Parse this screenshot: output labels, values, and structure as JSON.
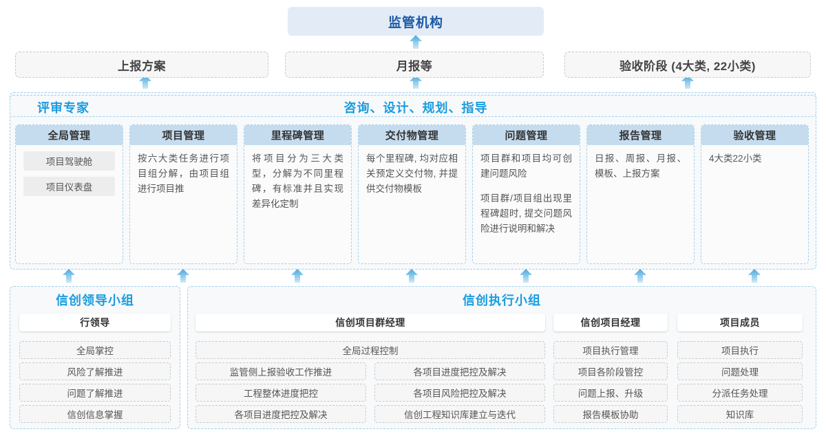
{
  "top": {
    "regulator": "监管机构",
    "reports": [
      {
        "label": "上报方案"
      },
      {
        "label": "月报等"
      },
      {
        "label": "验收阶段 (4大类, 22小类)"
      }
    ]
  },
  "middle": {
    "expert_label": "评审专家",
    "consult_label": "咨询、设计、规划、指导",
    "columns": [
      {
        "title": "全局管理",
        "chips": [
          "项目驾驶舱",
          "项目仪表盘"
        ],
        "paras": []
      },
      {
        "title": "项目管理",
        "chips": [],
        "paras": [
          "按六大类任务进行项目组分解，由项目组进行项目推"
        ]
      },
      {
        "title": "里程碑管理",
        "chips": [],
        "paras": [
          "将项目分为三大类型，分解为不同里程碑，有标准并且实现差异化定制"
        ]
      },
      {
        "title": "交付物管理",
        "chips": [],
        "paras": [
          "每个里程碑, 均对应相关预定义交付物, 并提供交付物模板"
        ]
      },
      {
        "title": "问题管理",
        "chips": [],
        "paras": [
          "项目群和项目均可创建问题风险",
          "项目群/项目组出现里程碑超时, 提交问题风险进行说明和解决"
        ]
      },
      {
        "title": "报告管理",
        "chips": [],
        "paras": [
          "日报、周报、月报、模板、上报方案"
        ]
      },
      {
        "title": "验收管理",
        "chips": [],
        "paras": [
          "4大类22小类"
        ]
      }
    ]
  },
  "bottom": {
    "lead_group": {
      "title": "信创领导小组",
      "role": "行领导",
      "items": [
        "全局掌控",
        "风险了解推进",
        "问题了解推进",
        "信创信息掌握"
      ]
    },
    "exec_group": {
      "title": "信创执行小组",
      "pgm_manager": {
        "role": "信创项目群经理",
        "wide_item": "全局过程控制",
        "left_items": [
          "监管侧上报验收工作推进",
          "工程整体进度把控",
          "各项目进度把控及解决"
        ],
        "right_items": [
          "各项目进度把控及解决",
          "各项目风险把控及解决",
          "信创工程知识库建立与迭代"
        ]
      },
      "project_manager": {
        "role": "信创项目经理",
        "items": [
          "项目执行管理",
          "项目各阶段管控",
          "问题上报、升级",
          "报告模板协助"
        ]
      },
      "member": {
        "role": "项目成员",
        "items": [
          "项目执行",
          "问题处理",
          "分派任务处理",
          "知识库"
        ]
      }
    }
  },
  "colors": {
    "accent_blue": "#1a9ce0",
    "deep_blue": "#1c5aa6",
    "header_fill": "#c5dcee",
    "regulator_fill": "#e3ecf6",
    "arrow_top": "#4aa8dc",
    "arrow_bottom": "#bfe2f5"
  }
}
